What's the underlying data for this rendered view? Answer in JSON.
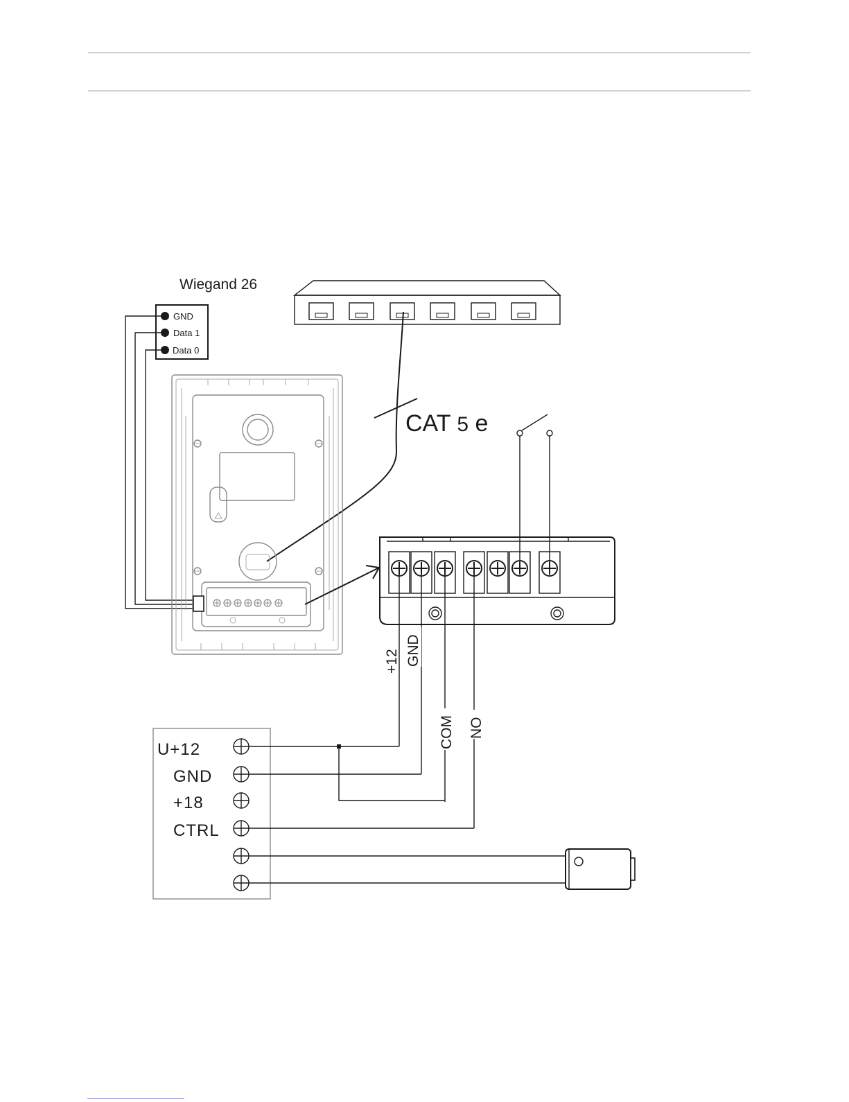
{
  "diagram": {
    "reader": {
      "title": "Wiegand 26",
      "pins": [
        "GND",
        "Data 1",
        "Data 0"
      ]
    },
    "cable": {
      "label_main": "CAT",
      "label_num": "5",
      "label_suffix": "e"
    },
    "relay_wires": [
      "+12",
      "GND",
      "COM",
      "NO"
    ],
    "power_supply": {
      "terminals": [
        "U+12",
        "GND",
        "+18",
        "CTRL",
        "",
        ""
      ]
    }
  },
  "colors": {
    "line": "#1a1a1a",
    "device_outline": "#8a8a8a",
    "rule": "#b5b5b5",
    "footer_link": "#3b4cc0"
  },
  "icons": [
    "network-switch-icon",
    "intercom-panel-icon",
    "relay-module-icon",
    "door-lock-icon",
    "push-switch-icon"
  ]
}
